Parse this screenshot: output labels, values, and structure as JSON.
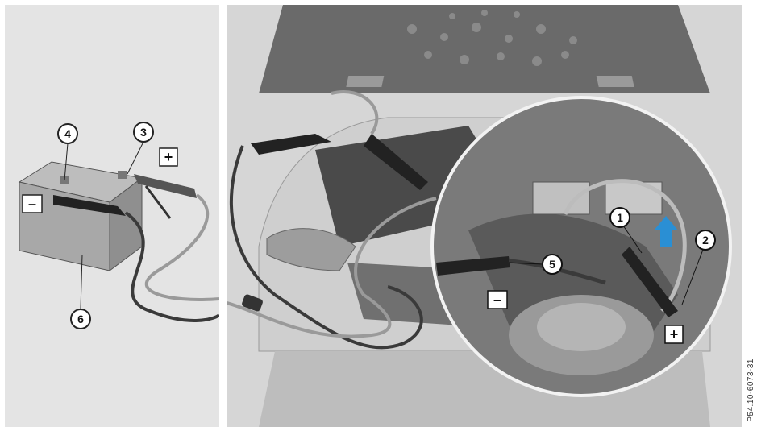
{
  "callouts": {
    "c1": "1",
    "c2": "2",
    "c3": "3",
    "c4": "4",
    "c5": "5",
    "c6": "6"
  },
  "polarity": {
    "negative_left": "–",
    "positive_left": "+",
    "negative_right": "–",
    "positive_right": "+"
  },
  "figure_code": "P54.10-6073-31",
  "colors": {
    "panel_left": "#e4e4e4",
    "panel_right": "#d6d6d6",
    "cable_dark": "#3a3a3a",
    "cable_light": "#9a9a9a",
    "arrow": "#2a8fd4"
  }
}
